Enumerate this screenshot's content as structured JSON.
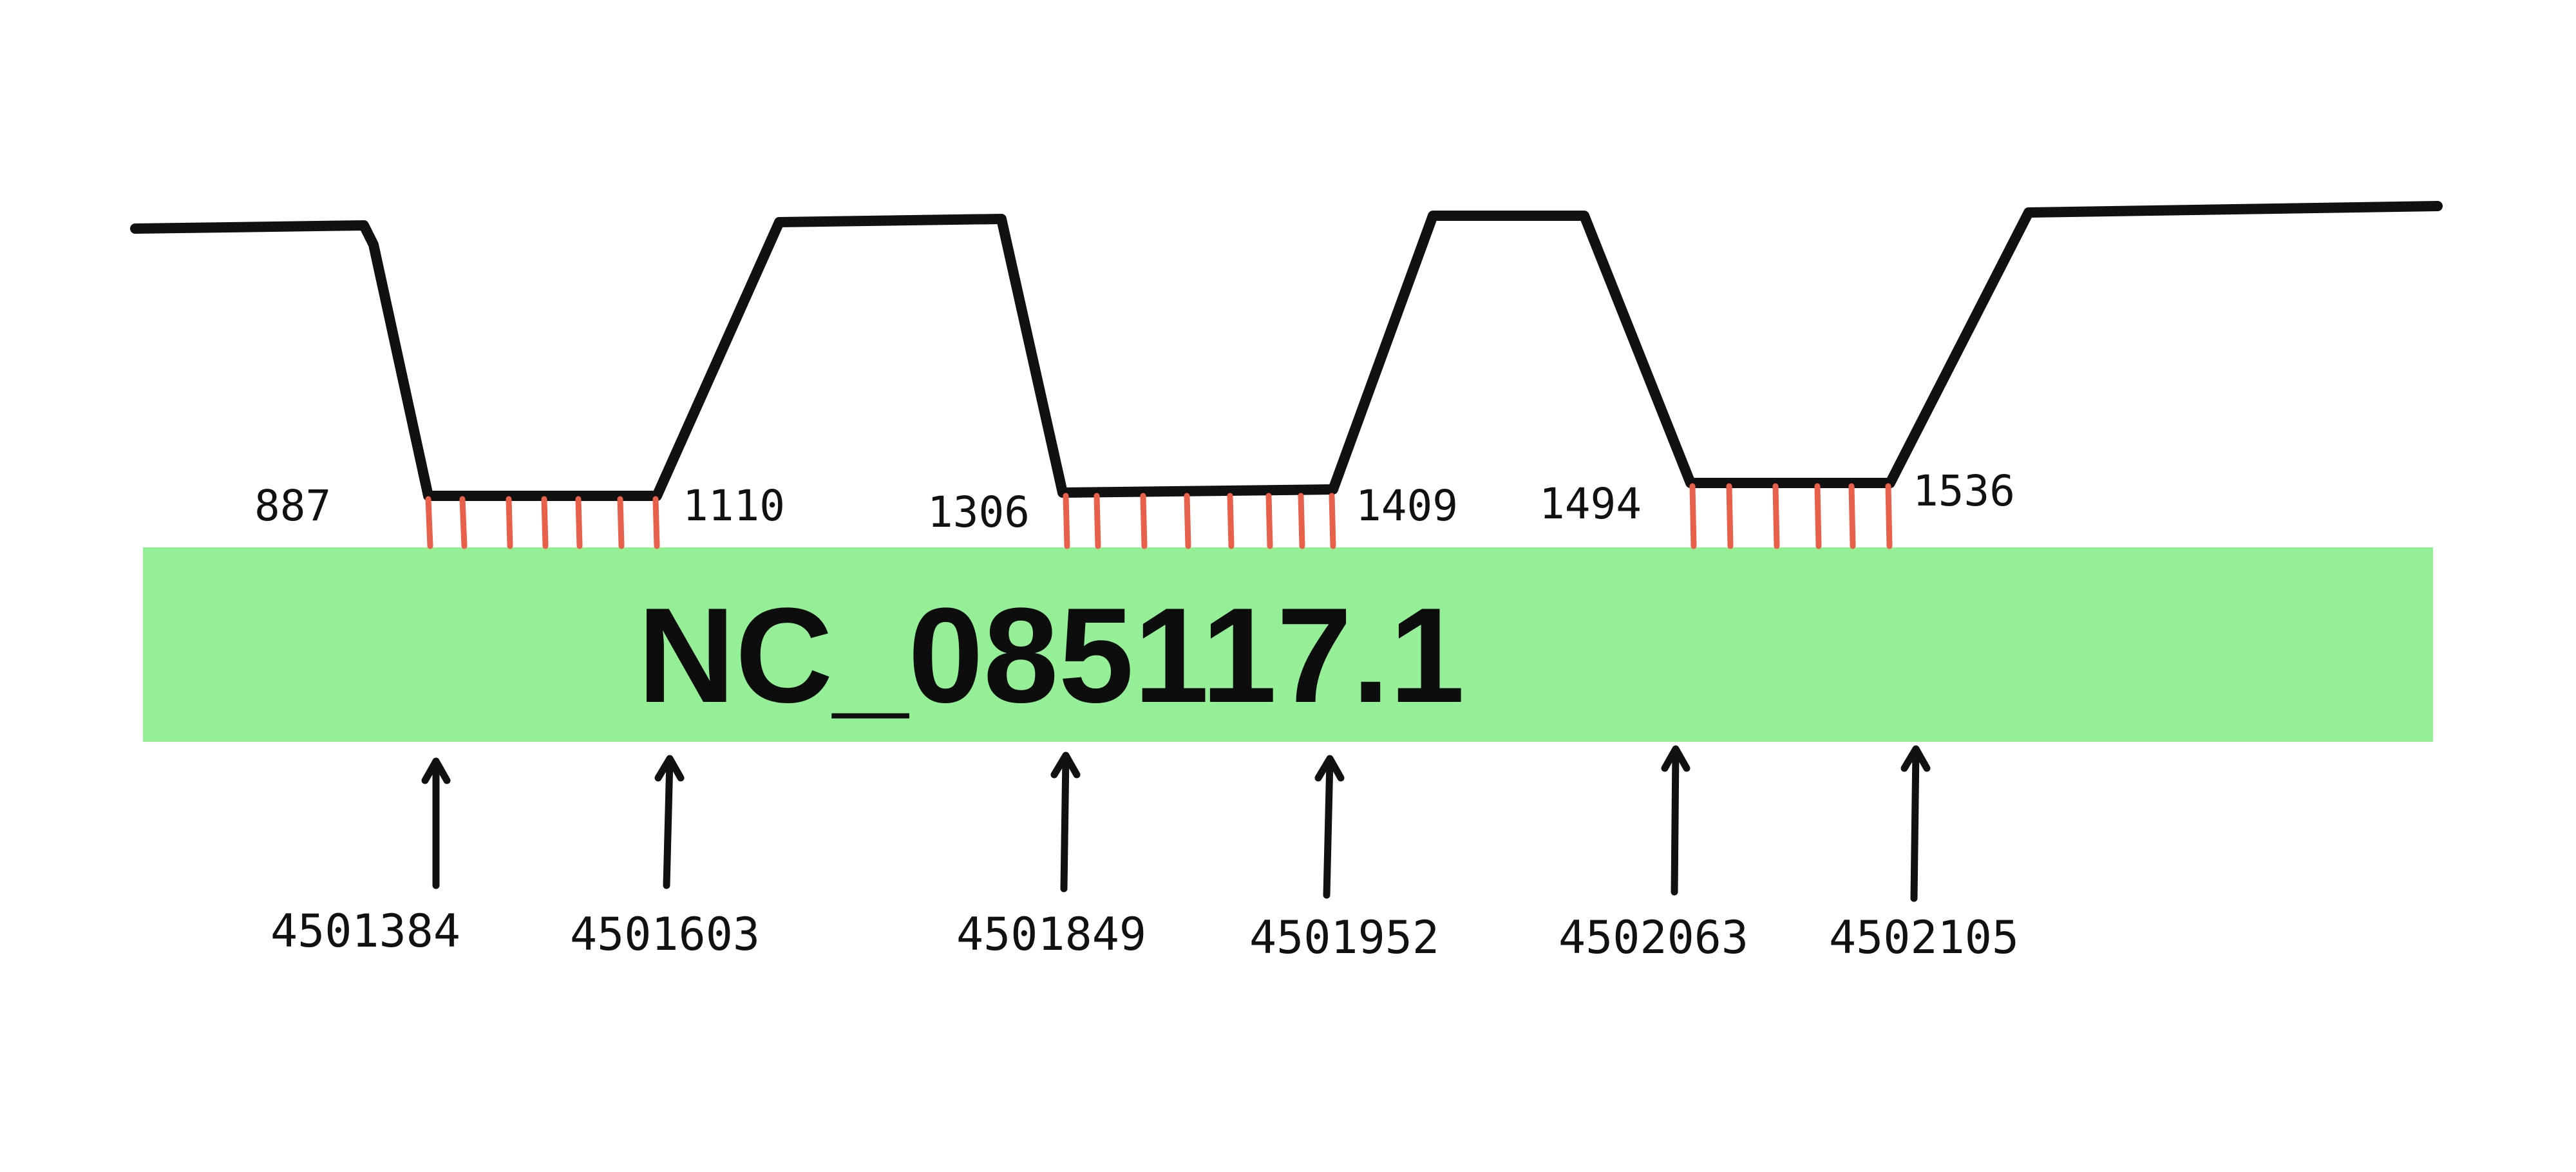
{
  "sequence": {
    "label": "NC_085117.1",
    "color": "#95ef97"
  },
  "colors": {
    "trace": "#111111",
    "alignment_ticks": "#e8604a",
    "arrows": "#111111"
  },
  "aligned_blocks": [
    {
      "read_start": "887",
      "read_end": "1110",
      "genome_start": "4501384",
      "genome_end": "4501603"
    },
    {
      "read_start": "1306",
      "read_end": "1409",
      "genome_start": "4501849",
      "genome_end": "4501952"
    },
    {
      "read_start": "1494",
      "read_end": "1536",
      "genome_start": "4502063",
      "genome_end": "4502105"
    }
  ]
}
